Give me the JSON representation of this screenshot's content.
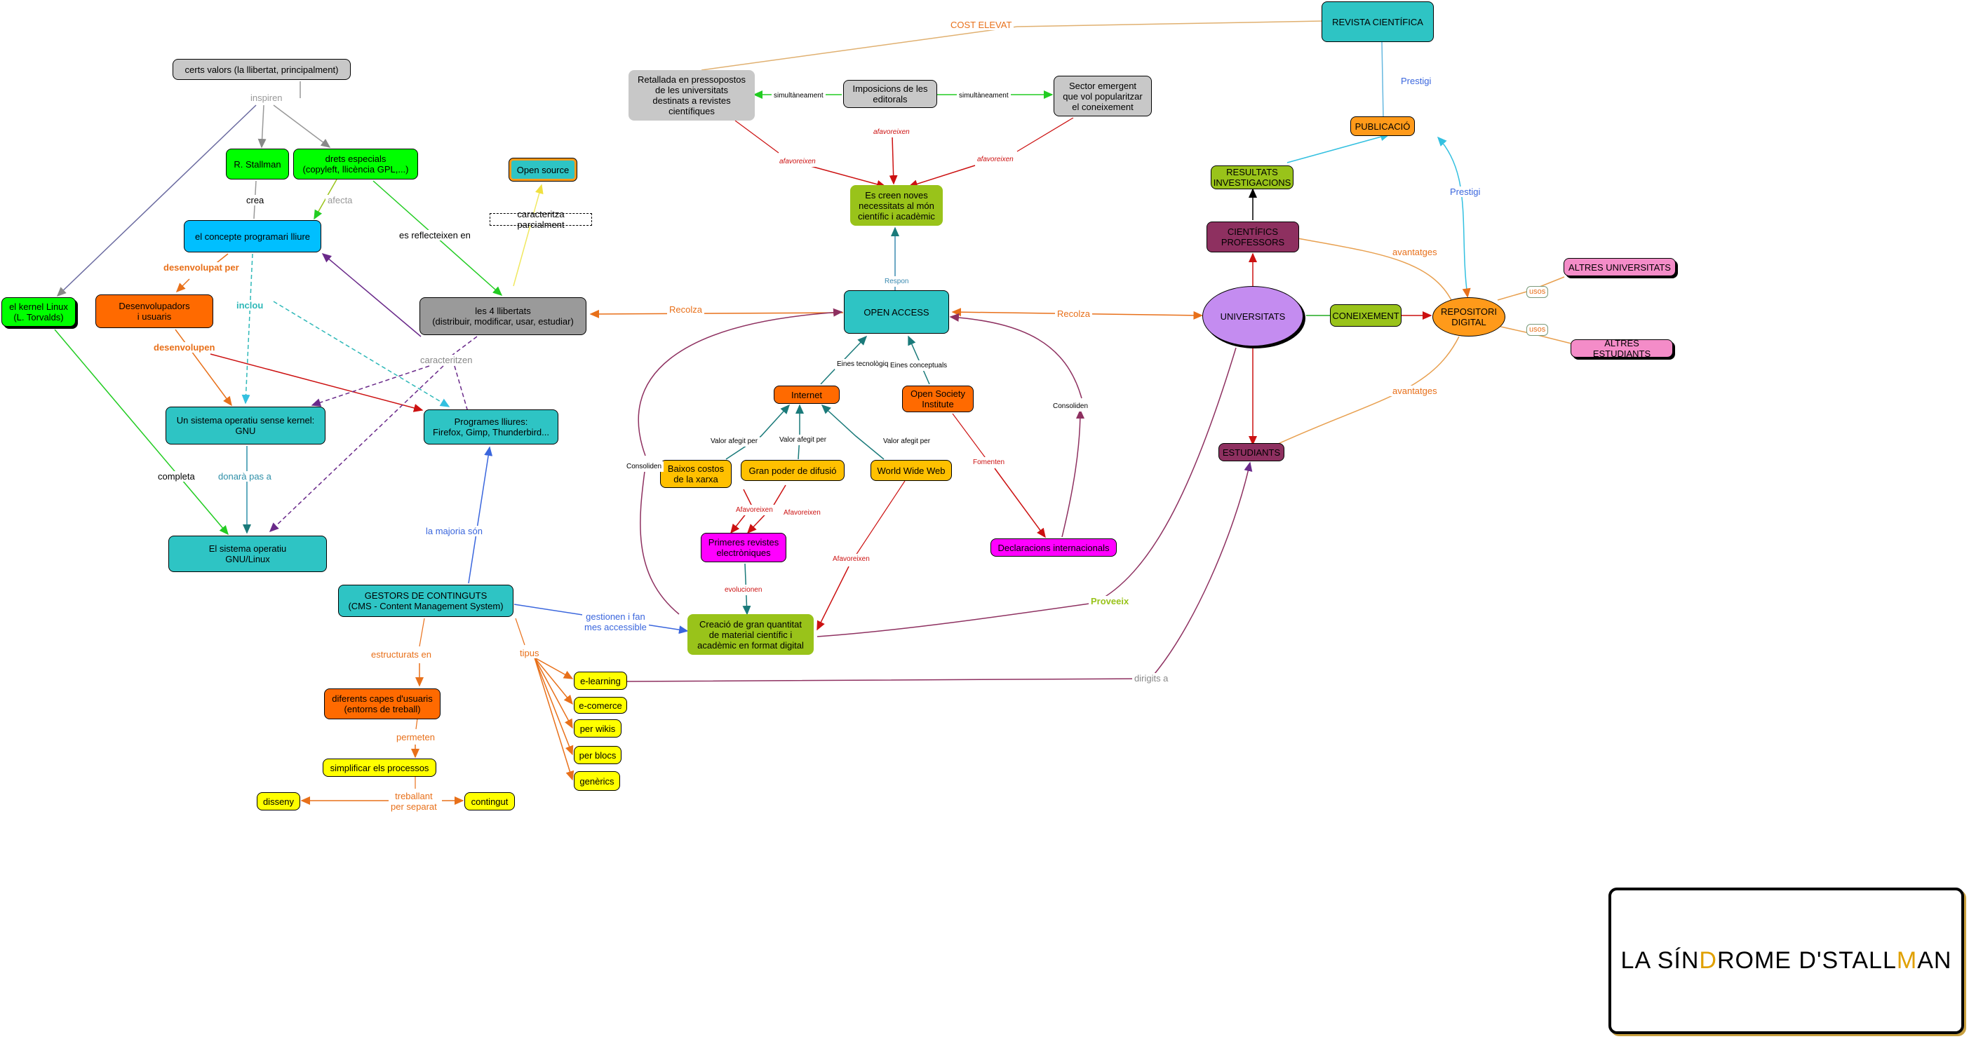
{
  "title": {
    "parts": [
      "LA SÍN",
      "D",
      "ROME D'STALL",
      "M",
      "AN"
    ],
    "accent_color": "#e0a000"
  },
  "nodes": {
    "revista": "REVISTA CIENTÍFICA",
    "publicacio": "PUBLICACIÓ",
    "resultats": "RESULTATS\nINVESTIGACIONS",
    "cientifics": "CIENTÍFICS\nPROFESSORS",
    "universitats": "UNIVERSITATS",
    "coneixement": "CONEIXEMENT",
    "repositori": "REPOSITORI\nDIGITAL",
    "altres_univ": "ALTRES UNIVERSITATS",
    "altres_est": "ALTRES ESTUDIANTS",
    "estudiants": "ESTUDIANTS",
    "certs_valors": "certs valors (la llibertat, principalment)",
    "stallman": "R. Stallman",
    "drets": "drets especials\n(copyleft,  llicència GPL,...)",
    "concepte": "el concepte programari  lliure",
    "desenvolupadors": "Desenvolupadors\ni usuaris",
    "kernel": "el kernel Linux\n(L. Torvalds)",
    "sistema_sense": "Un sistema operatiu sense kernel:\nGNU",
    "programes": "Programes lliures:\nFirefox, Gimp, Thunderbird...",
    "gnu_linux": "El sistema operatiu\nGNU/Linux",
    "llibertats": "les 4 llibertats\n(distribuir, modificar, usar, estudiar)",
    "open_source": "Open source",
    "caracteritza": "caracteritza parcialment",
    "gestors": "GESTORS DE CONTINGUTS\n(CMS - Content Management System)",
    "capes": "diferents capes d'usuaris\n(entorns de treball)",
    "simplificar": "simplificar els processos",
    "disseny": "disseny",
    "contingut": "contingut",
    "elearning": "e-learning",
    "ecomerce": "e-comerce",
    "wikis": "per wikis",
    "blocs": "per blocs",
    "generics": "genèrics",
    "retallada": "Retallada en pressopostos\nde les universitats\ndestinats a revistes\ncientífiques",
    "imposicions": "Imposicions de les\neditorals",
    "sector": "Sector emergent\nque vol popularitzar\nel coneixement",
    "necessitats": "Es creen noves\nnecessitats al món\ncientífic i acadèmic",
    "open_access": "OPEN ACCESS",
    "internet": "Internet",
    "osi": "Open Society\nInstitute",
    "baixos": "Baixos costos\nde la xarxa",
    "gran_poder": "Gran poder de difusió",
    "www": "World Wide Web",
    "primeres": "Primeres revistes\nelectròniques",
    "declaracions": "Declaracions internacionals",
    "creacio": "Creació de gran quantitat\nde material científic i\nacadèmic en format digital"
  },
  "labels": {
    "cost_elevat": "COST ELEVAT",
    "prestigi1": "Prestigi",
    "prestigi2": "Prestigi",
    "avantatges1": "avantatges",
    "avantatges2": "avantatges",
    "usos1": "usos",
    "usos2": "usos",
    "recolza1": "Recolza",
    "recolza2": "Recolza",
    "proveeix": "Proveeix",
    "dirigits": "dirigits a",
    "inspiren": "inspiren",
    "crea": "crea",
    "afecta": "afecta",
    "es_reflecteixen": "es reflecteixen en",
    "desenvolupat": "desenvolupat per",
    "inclou": "inclou",
    "desenvolupen": "desenvolupen",
    "caracteritzen": "caracteritzen",
    "completa": "completa",
    "donara": "donarà pas a",
    "majoria": "la majoria són",
    "gestionen": "gestionen i fan\nmes accessible",
    "estructurats": "estructurats en",
    "permeten": "permeten",
    "treballant": "treballant\nper separat",
    "tipus": "tipus",
    "simult1": "simultàneament",
    "simult2": "simultàneament",
    "afav1": "afavoreixen",
    "afav2": "afavoreixen",
    "afav3": "afavoreixen",
    "respon": "Respon",
    "eines_tec": "Eines tecnològiques",
    "eines_con": "Eines  conceptuals",
    "valor1": "Valor afegit per",
    "valor2": "Valor afegit per",
    "valor3": "Valor afegit per",
    "afav_b1": "Afavoreixen",
    "afav_b2": "Afavoreixen",
    "afav_b3": "Afavoreixen",
    "fomenten": "Fomenten",
    "evolucionen": "evolucionen",
    "consoliden1": "Consoliden",
    "consoliden2": "Consoliden"
  },
  "colors": {
    "teal": "#2ec4c4",
    "green_bright": "#00ff00",
    "olive": "#99c31a",
    "orange": "#ff6a00",
    "yellow": "#ffff00",
    "gold": "#ffc000",
    "magenta": "#ff00ff",
    "purple": "#8e3060",
    "grey": "#c8c8c8",
    "dark_grey": "#9a9a9a",
    "blue": "#00bfff",
    "lilac": "#c48cf0",
    "pink": "#f48cc8",
    "amber": "#ff9a1a"
  }
}
